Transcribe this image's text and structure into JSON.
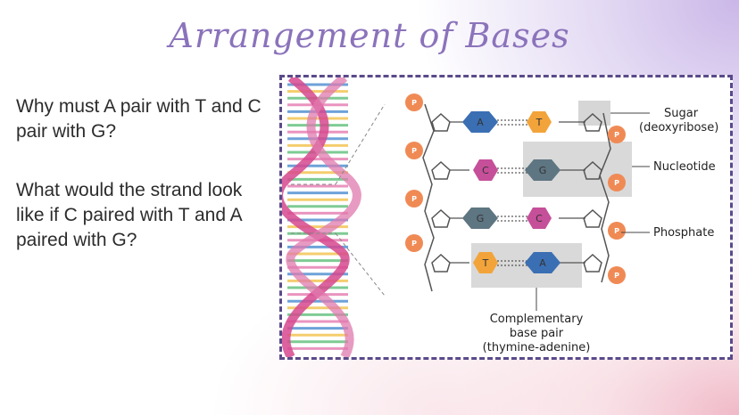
{
  "slide": {
    "title": "Arrangement of Bases",
    "question1_lead": "Why",
    "question1_rest": " must A pair with T and C pair with G?",
    "question2": "What would the strand look like if C paired with T and A paired with G?"
  },
  "figure": {
    "labels": {
      "sugar": "Sugar",
      "sugar_sub": "(deoxyribose)",
      "nucleotide": "Nucleotide",
      "phosphate": "Phosphate",
      "complementary1": "Complementary",
      "complementary2": "base pair",
      "complementary3": "(thymine-adenine)"
    },
    "phosphate_letter": "P",
    "rows": [
      {
        "left": "A",
        "right": "T"
      },
      {
        "left": "C",
        "right": "G"
      },
      {
        "left": "G",
        "right": "C"
      },
      {
        "left": "T",
        "right": "A"
      }
    ],
    "colors": {
      "A": "#3a6fb3",
      "T": "#f2a43a",
      "C": "#c64f9a",
      "G": "#5e7582",
      "phosphate": "#f08a55",
      "helix": "#d6488e",
      "border": "#5a4a8a",
      "title": "#8b73bb"
    }
  }
}
